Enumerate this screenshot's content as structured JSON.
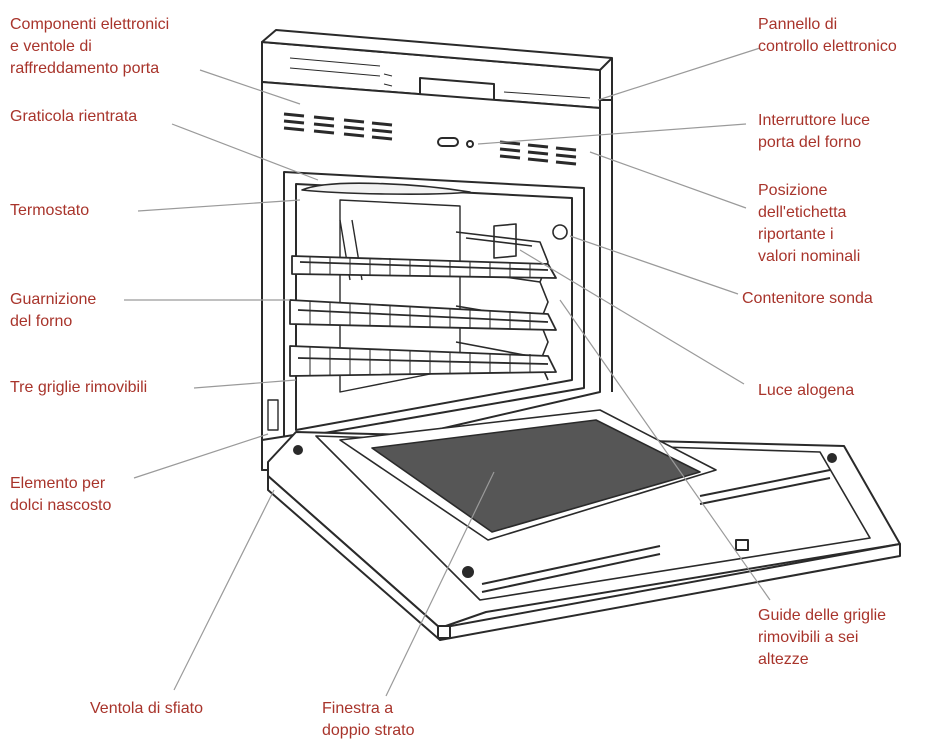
{
  "colors": {
    "label_text": "#a8342b",
    "leader_line": "#9a9a9a",
    "outline": "#2a2a2a",
    "glass": "#565656",
    "shading": "#d6d6d6"
  },
  "labels": {
    "electronics_fans": [
      "Componenti elettronici",
      "e ventole di",
      "raffreddamento porta"
    ],
    "recessed_broiler": [
      "Graticola rientrata"
    ],
    "thermostat": [
      "Termostato"
    ],
    "oven_gasket": [
      "Guarnizione",
      "del forno"
    ],
    "three_racks": [
      "Tre griglie rimovibili"
    ],
    "hidden_bake_element": [
      "Elemento per",
      "dolci nascosto"
    ],
    "vent_fan": [
      "Ventola di sfiato"
    ],
    "double_window": [
      "Finestra a",
      "doppio strato"
    ],
    "control_panel": [
      "Pannello di",
      "controllo elettronico"
    ],
    "light_switch": [
      "Interruttore luce",
      "porta del forno"
    ],
    "rating_label": [
      "Posizione",
      "dell'etichetta",
      "riportante i",
      "valori nominali"
    ],
    "probe_holder": [
      "Contenitore sonda"
    ],
    "halogen_light": [
      "Luce alogena"
    ],
    "rack_guides": [
      "Guide delle griglie",
      "rimovibili a sei",
      "altezze"
    ]
  }
}
